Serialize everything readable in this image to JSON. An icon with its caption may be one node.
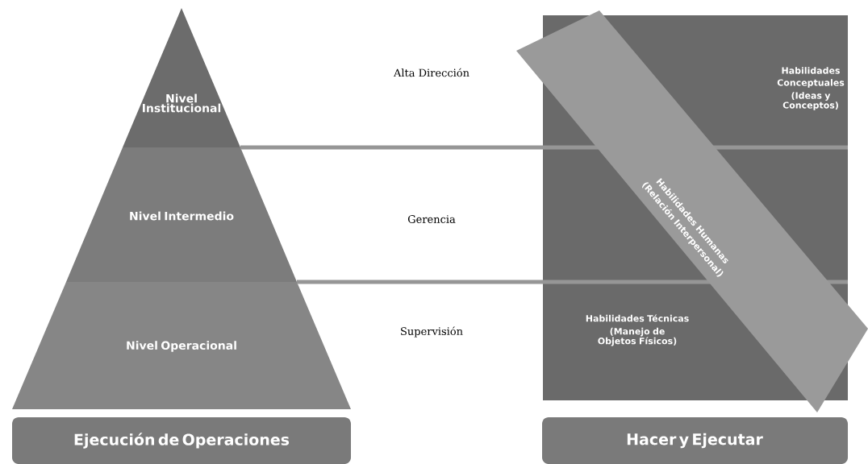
{
  "diagram": {
    "nodes": [
      {
        "text": [
          "Nivel Institucional"
        ]
      },
      {
        "text": [
          "Nivel Intermedio"
        ]
      },
      {
        "text": [
          "Nivel Operacional"
        ]
      },
      {
        "text": [
          "Ejecución de Operaciones"
        ]
      },
      {
        "text": [
          "Habilidades Conceptuales",
          "(Ideas y Conceptos)"
        ]
      },
      {
        "text": [
          "Habilidades Técnicas",
          "(Manejo de Objetos Físicos)"
        ]
      },
      {
        "text": [
          "Habilidades Humanas",
          "(Relación Interpersonal)"
        ]
      },
      {
        "text": [
          "Hacer y Ejecutar"
        ]
      }
    ],
    "labels": [
      "Alta Dirección",
      "Gerencia",
      "Supervisión"
    ]
  }
}
